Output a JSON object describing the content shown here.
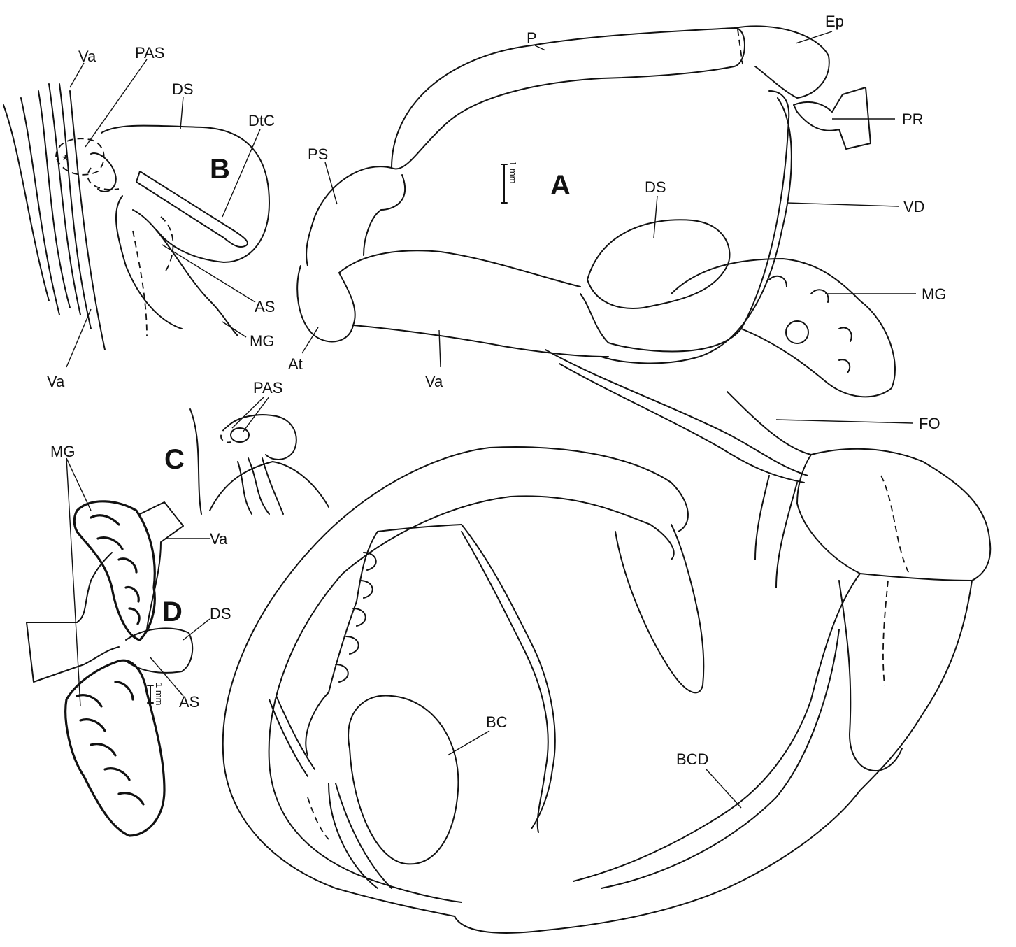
{
  "panels": {
    "a": "A",
    "b": "B",
    "c": "C",
    "d": "D"
  },
  "scale_bar": "1 mm",
  "panel_a": {
    "P": "P",
    "Ep": "Ep",
    "PR": "PR",
    "VD": "VD",
    "DS": "DS",
    "MG": "MG",
    "FO": "FO",
    "PS": "PS",
    "At": "At",
    "Va": "Va",
    "BC": "BC",
    "BCD": "BCD"
  },
  "panel_b": {
    "Va_top": "Va",
    "PAS": "PAS",
    "DS": "DS",
    "DtC": "DtC",
    "AS": "AS",
    "MG": "MG",
    "Va_bottom": "Va",
    "asterisk": "*"
  },
  "panel_c": {
    "PAS": "PAS"
  },
  "panel_d": {
    "MG": "MG",
    "Va": "Va",
    "DS": "DS",
    "AS": "AS"
  }
}
